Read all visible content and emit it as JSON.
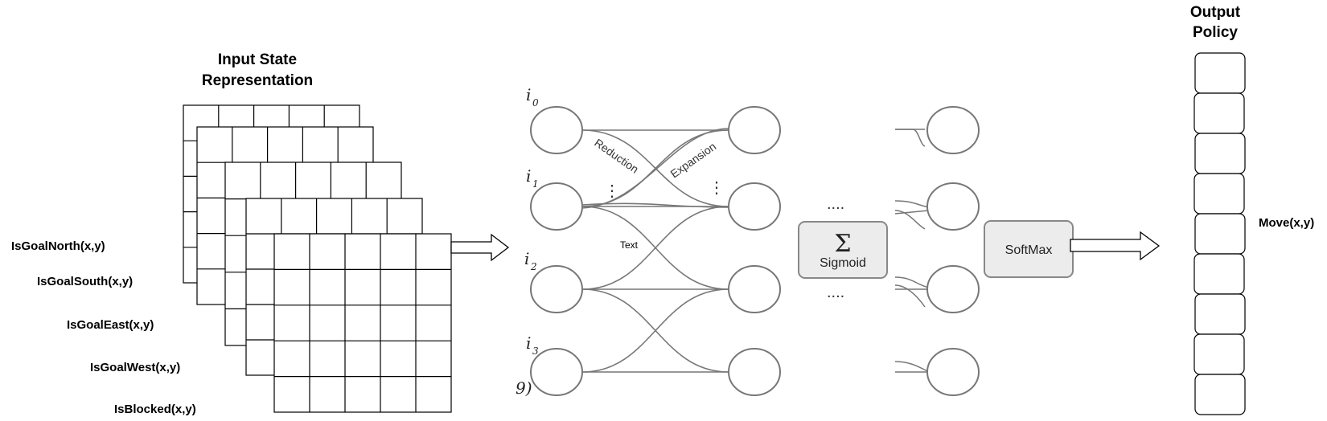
{
  "input": {
    "title_line1": "Input State",
    "title_line2": "Representation",
    "layers": [
      "IsGoalNorth(x,y)",
      "IsGoalSouth(x,y)",
      "IsGoalEast(x,y)",
      "IsGoalWest(x,y)",
      "IsBlocked(x,y)"
    ]
  },
  "network": {
    "input_indices": [
      {
        "letter": "i",
        "sub": "0"
      },
      {
        "letter": "i",
        "sub": "1"
      },
      {
        "letter": "i",
        "sub": "2"
      },
      {
        "letter": "i",
        "sub": "3"
      }
    ],
    "extra_index": "9)",
    "reduction_label": "Reduction",
    "expansion_label": "Expansion",
    "text_label": "Text",
    "ellipsis_vertical": "⋮",
    "ellipsis_horizontal": "....",
    "sigma_symbol": "Σ",
    "sigmoid_label": "Sigmoid",
    "softmax_label": "SoftMax"
  },
  "output": {
    "title_line1": "Output",
    "title_line2": "Policy",
    "cell_count": 9,
    "move_label": "Move(x,y)"
  }
}
